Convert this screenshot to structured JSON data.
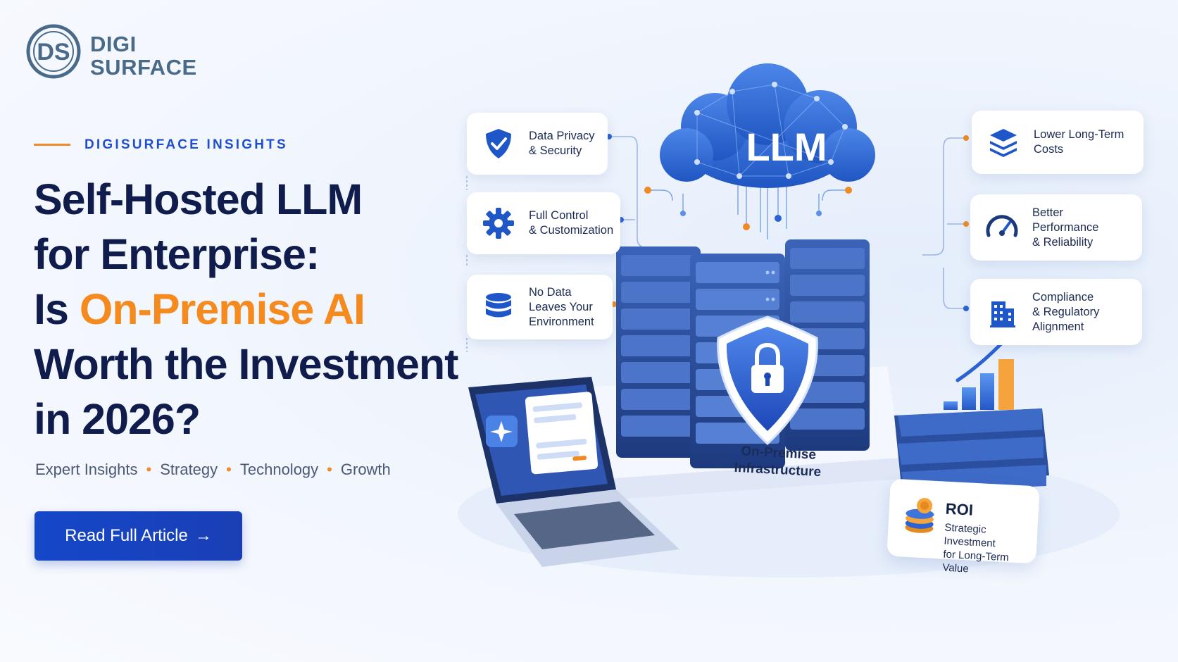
{
  "brand": {
    "line1": "DIGI",
    "line2": "SURFACE"
  },
  "kicker": "DIGISURFACE INSIGHTS",
  "headline": {
    "line1": "Self-Hosted LLM",
    "line2": "for Enterprise:",
    "line3_prefix": "Is ",
    "line3_accent": "On-Premise AI",
    "line4": "Worth the Investment",
    "line5": "in 2026?"
  },
  "tags": [
    "Expert Insights",
    "Strategy",
    "Technology",
    "Growth"
  ],
  "cta": {
    "label": "Read Full Article",
    "arrow": "→"
  },
  "left_features": [
    {
      "label": "Data Privacy\n& Security",
      "icon": "shield-check-icon"
    },
    {
      "label": "Full Control\n& Customization",
      "icon": "gear-icon"
    },
    {
      "label": "No Data\nLeaves Your\nEnvironment",
      "icon": "database-icon"
    }
  ],
  "right_features": [
    {
      "label": "Lower Long-Term\nCosts",
      "icon": "layers-icon"
    },
    {
      "label": "Better\nPerformance\n& Reliability",
      "icon": "speedometer-icon"
    },
    {
      "label": "Compliance\n& Regulatory\nAlignment",
      "icon": "building-icon"
    }
  ],
  "cloud_label": "LLM",
  "platform_label": "On-Premise\nInfrastructure",
  "roi": {
    "title": "ROI",
    "subtitle": "Strategic Investment\nfor Long-Term Value",
    "icon": "coins-icon"
  },
  "colors": {
    "accent": "#f58a1f",
    "primary": "#1547c9",
    "navy": "#101d4c"
  }
}
